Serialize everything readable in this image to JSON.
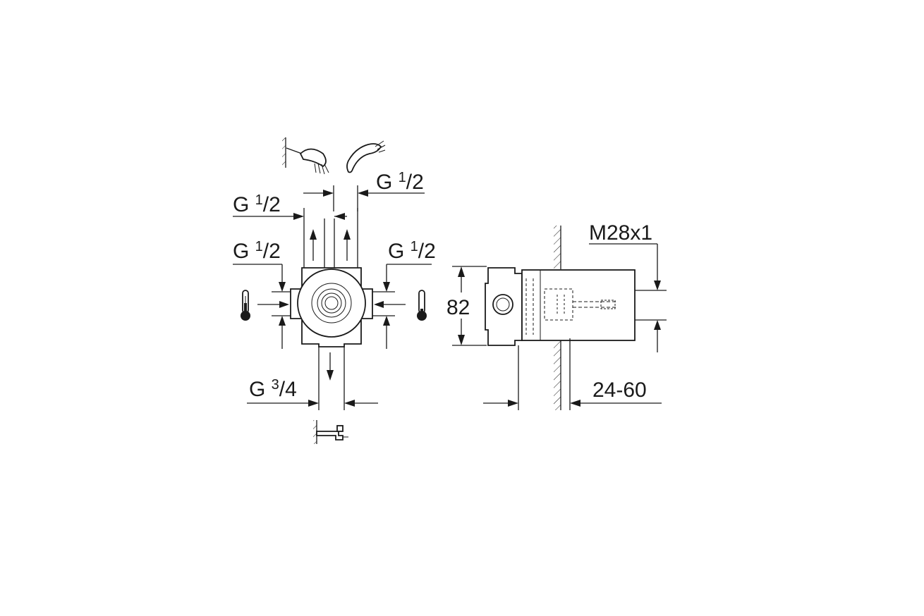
{
  "dimensions": {
    "top_right_thread": {
      "main": "G ",
      "sup": "1",
      "rest": "/2"
    },
    "top_left_thread": {
      "main": "G ",
      "sup": "1",
      "rest": "/2"
    },
    "left_inlet_thread": {
      "main": "G ",
      "sup": "1",
      "rest": "/2"
    },
    "right_inlet_thread": {
      "main": "G ",
      "sup": "1",
      "rest": "/2"
    },
    "bottom_outlet_thread": {
      "main": "G ",
      "sup": "3",
      "rest": "/4"
    },
    "height": "82",
    "spindle_thread": "M28x1",
    "wall_depth": "24-60"
  },
  "icons": {
    "top_left": "wall-shower-head-icon",
    "top_right": "hand-shower-icon",
    "left": "thermometer-hot-icon",
    "right": "thermometer-cold-icon",
    "bottom": "bath-spout-icon"
  }
}
